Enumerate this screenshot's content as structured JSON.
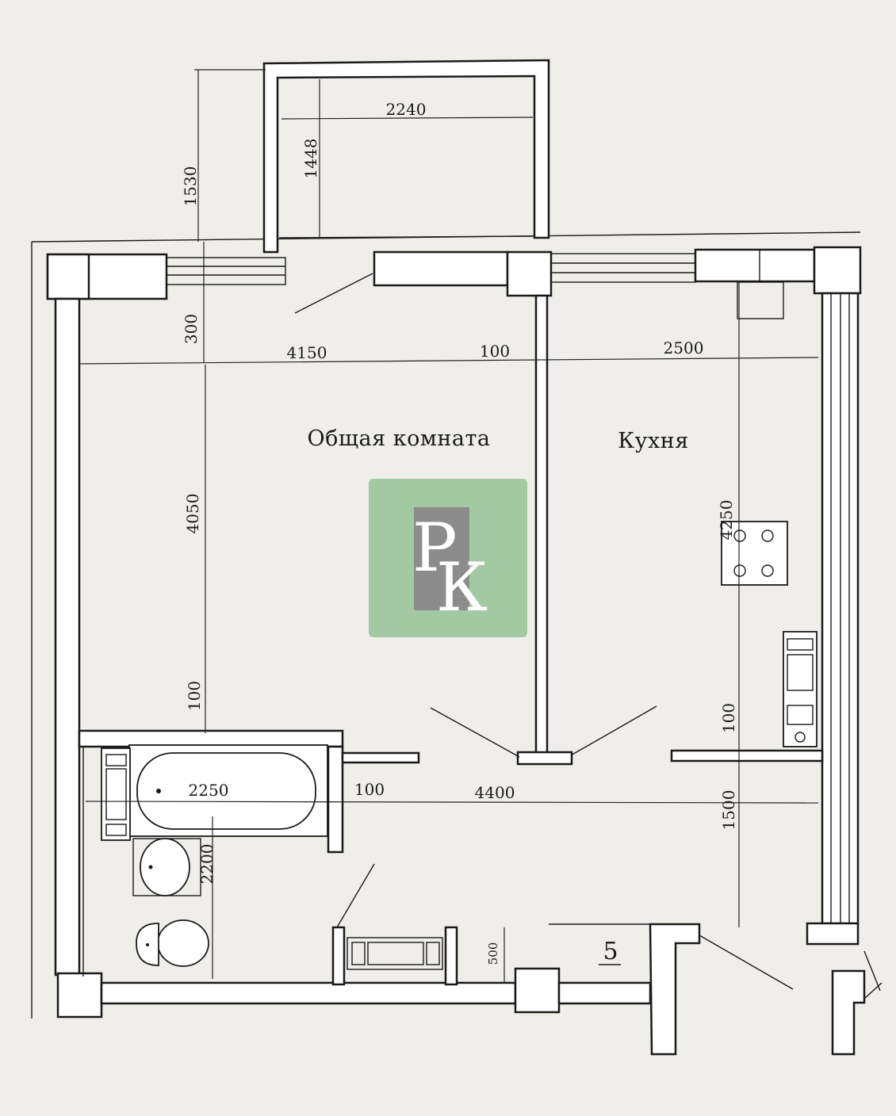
{
  "rooms": {
    "living": "Общая комната",
    "kitchen": "Кухня"
  },
  "dimensions": {
    "balcony_width": "2240",
    "balcony_depth_outer": "1530",
    "balcony_depth_inner": "1448",
    "offset_top": "300",
    "living_width": "4150",
    "partition": "100",
    "kitchen_width": "2500",
    "living_depth": "4050",
    "kitchen_depth": "4250",
    "wall_left": "100",
    "wall_right": "100",
    "bath_width": "2250",
    "bath_wall": "100",
    "hall_width": "4400",
    "bath_depth": "2200",
    "hall_depth": "1500",
    "closet_depth": "500"
  },
  "stair_number": "5",
  "logo": {
    "letters": "РК",
    "background": "#a3c9a3",
    "shade": "#8c8c8c"
  },
  "colors": {
    "paper": "#efeeea",
    "ink": "#1a1a1a"
  }
}
